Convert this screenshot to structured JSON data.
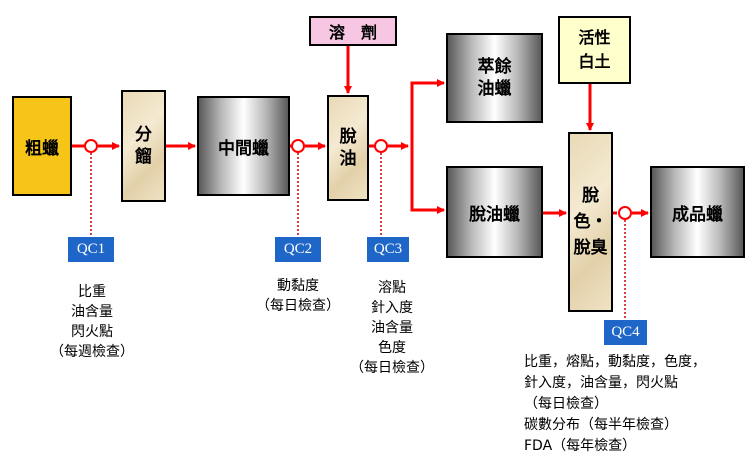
{
  "nodes": {
    "crude_tank": "粗蠟",
    "fractionation": "分餾",
    "intermediate_tank": "中間蠟",
    "solvent": "溶　劑",
    "deoiling": "脫油",
    "residue_tank": "萃餘油蠟",
    "deoiled_tank": "脫油蠟",
    "activated_clay": "活性白土",
    "decolor": "脫色・脫臭",
    "product_tank": "成品蠟"
  },
  "qc": [
    {
      "label": "QC1",
      "lines": [
        "比重",
        "油含量",
        "閃火點",
        "（每週檢查）"
      ]
    },
    {
      "label": "QC2",
      "lines": [
        "動黏度",
        "（每日檢查）"
      ]
    },
    {
      "label": "QC3",
      "lines": [
        "溶點",
        "針入度",
        "油含量",
        "色度",
        "（每日檢查）"
      ]
    },
    {
      "label": "QC4",
      "lines": [
        "比重，熔點，動黏度，色度，",
        "針入度，油含量，閃火點",
        "（每日檢查）",
        "碳數分布（每半年檢查）",
        "FDA（每年檢查）"
      ]
    }
  ],
  "colors": {
    "arrow": "#ff0000",
    "qc_tag": "#1f66c9",
    "crude": "#f7c518",
    "solvent": "#f7c6e2",
    "clay": "#ffffcc"
  }
}
